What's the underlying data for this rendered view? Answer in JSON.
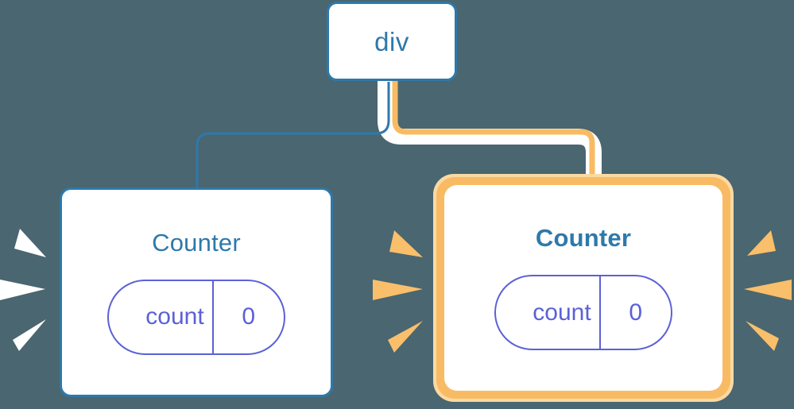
{
  "diagram": {
    "type": "component-tree",
    "title": "React component tree re-render highlight",
    "background_color": "#4a6670"
  },
  "colors": {
    "background": "#4a6670",
    "blue_stroke": "#2e79ab",
    "blue_text": "#2e79ab",
    "purple_stroke": "#5b61d6",
    "purple_text": "#5b61d6",
    "orange_highlight": "#f8bb63",
    "orange_glow": "#fbd9a3",
    "white": "#ffffff",
    "ray_white": "#ffffff",
    "ray_orange": "#f9bf6b"
  },
  "nodes": {
    "root": {
      "label": "div",
      "state": "normal"
    },
    "counter_left": {
      "label": "Counter",
      "state": "normal",
      "highlighted": false,
      "prop": {
        "key": "count",
        "value": "0"
      }
    },
    "counter_right": {
      "label": "Counter",
      "state": "re-rendered",
      "highlighted": true,
      "prop": {
        "key": "count",
        "value": "0"
      }
    }
  },
  "edges": [
    {
      "from": "div",
      "to": "Counter (left)",
      "style": "thin-blue"
    },
    {
      "from": "div",
      "to": "Counter (right)",
      "style": "thick-orange-highlighted"
    }
  ],
  "annotations": {
    "left_rays": {
      "name": "sparkle-rays-white",
      "color": "#ffffff",
      "count": 3,
      "direction": "right"
    },
    "middle_rays": {
      "name": "sparkle-rays-orange",
      "color": "#f9bf6b",
      "count": 3,
      "direction": "right"
    },
    "right_rays": {
      "name": "sparkle-rays-orange",
      "color": "#f9bf6b",
      "count": 3,
      "direction": "left"
    }
  }
}
